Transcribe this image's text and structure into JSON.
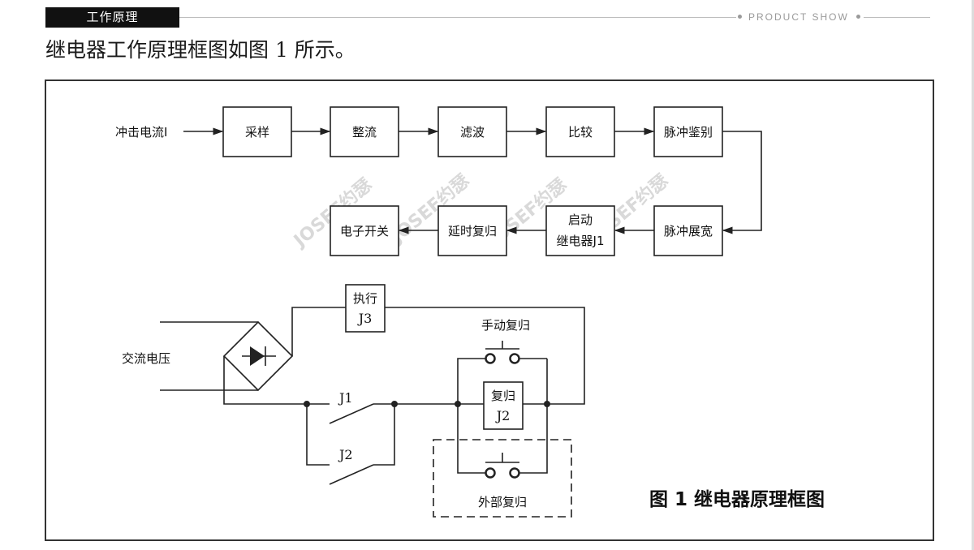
{
  "header": {
    "section_tag": "工作原理",
    "brand": "PRODUCT SHOW"
  },
  "intro": "继电器工作原理框图如图 1 所示。",
  "diagram": {
    "input_label": "冲击电流I",
    "row1": [
      "采样",
      "整流",
      "滤波",
      "比较",
      "脉冲鉴别"
    ],
    "row2": {
      "pulse_widen": "脉冲展宽",
      "start_relay_line1": "启动",
      "start_relay_line2": "继电器J1",
      "delay_reset": "延时复归",
      "electronic_switch": "电子开关"
    },
    "circuit": {
      "exec_line1": "执行",
      "exec_line2": "J3",
      "ac_voltage": "交流电压",
      "j1": "J1",
      "j2": "J2",
      "manual_reset": "手动复归",
      "reset_line1": "复归",
      "reset_line2": "J2",
      "external_reset": "外部复归"
    },
    "watermark": "JOSEF约瑟",
    "caption": "图 1  继电器原理框图"
  }
}
